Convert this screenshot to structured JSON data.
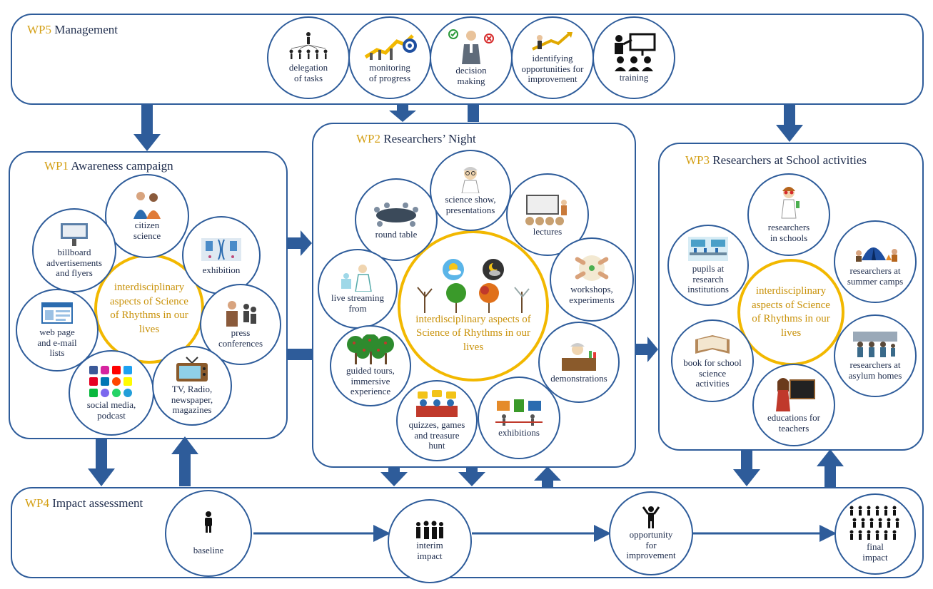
{
  "wp5": {
    "num": "WP5",
    "title": "Management",
    "items": [
      "delegation\nof tasks",
      "monitoring\nof progress",
      "decision\nmaking",
      "identifying\nopportunities for\nimprovement",
      "training"
    ]
  },
  "wp1": {
    "num": "WP1",
    "title": "Awareness campaign",
    "core": "interdisciplinary aspects of Science of Rhythms in our lives",
    "items": {
      "citizen": "citizen\nscience",
      "billboard": "billboard\nadvertisements\nand flyers",
      "exhibition": "exhibition",
      "web": "web page\nand e-mail\nlists",
      "press": "press\nconferences",
      "social": "social media,\npodcast",
      "tv": "TV, Radio,\nnewspaper,\nmagazines"
    }
  },
  "wp2": {
    "num": "WP2",
    "title": "Researchers’ Night",
    "core": "interdisciplinary aspects of Science of Rhythms in our lives",
    "items": {
      "round": "round table",
      "show": "science show,\npresentations",
      "lectures": "lectures",
      "live": "live streaming\nfrom",
      "workshops": "workshops,\nexperiments",
      "demos": "demonstrations",
      "guided": "guided tours,\nimmersive\nexperience",
      "quizzes": "quizzes, games\nand treasure\nhunt",
      "exhibitions": "exhibitions"
    }
  },
  "wp3": {
    "num": "WP3",
    "title": "Researchers at School activities",
    "core": "interdisciplinary aspects of Science of Rhythms in our lives",
    "items": {
      "schools": "researchers\nin schools",
      "pupils": "pupils at\nresearch\ninstitutions",
      "camps": "researchers at\nsummer camps",
      "book": "book for school\nscience\nactivities",
      "asylum": "researchers at\nasylum homes",
      "teachers": "educations for\nteachers"
    }
  },
  "wp4": {
    "num": "WP4",
    "title": "Impact assessment",
    "items": {
      "baseline": "baseline",
      "interim": "interim\nimpact",
      "opportunity": "opportunity\nfor\nimprovement",
      "final": "final\nimpact"
    }
  }
}
